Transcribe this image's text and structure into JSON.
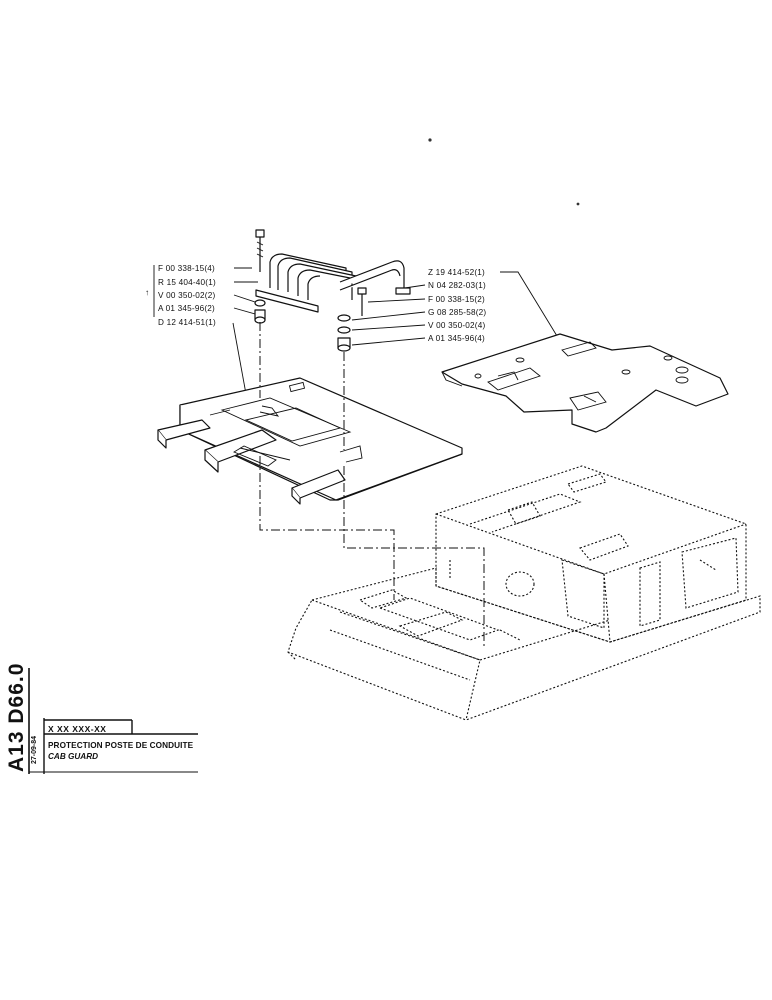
{
  "drawing": {
    "parts": [
      {
        "label": "F 00 338-15(4)",
        "note": ""
      },
      {
        "label": "R 15 404-40(1)",
        "note": ""
      },
      {
        "label": "V 00 350-02(2)",
        "note": "↑"
      },
      {
        "label": "A 01 345-96(2)",
        "note": ""
      },
      {
        "label": "D 12 414-51(1)",
        "note": ""
      },
      {
        "label": "Z 19 414-52(1)",
        "note": ""
      },
      {
        "label": "N 04 282-03(1)",
        "note": ""
      },
      {
        "label": "F 00 338-15(2)",
        "note": ""
      },
      {
        "label": "G 08 285-58(2)",
        "note": ""
      },
      {
        "label": "V 00 350-02(4)",
        "note": ""
      },
      {
        "label": "A 01 345-96(4)",
        "note": ""
      }
    ]
  },
  "title_block": {
    "drawing_code": "A13 D66.0",
    "date": "27-09-84",
    "serial": "X XX XXX-XX",
    "title_fr": "PROTECTION POSTE DE CONDUITE",
    "title_en": "CAB GUARD"
  }
}
